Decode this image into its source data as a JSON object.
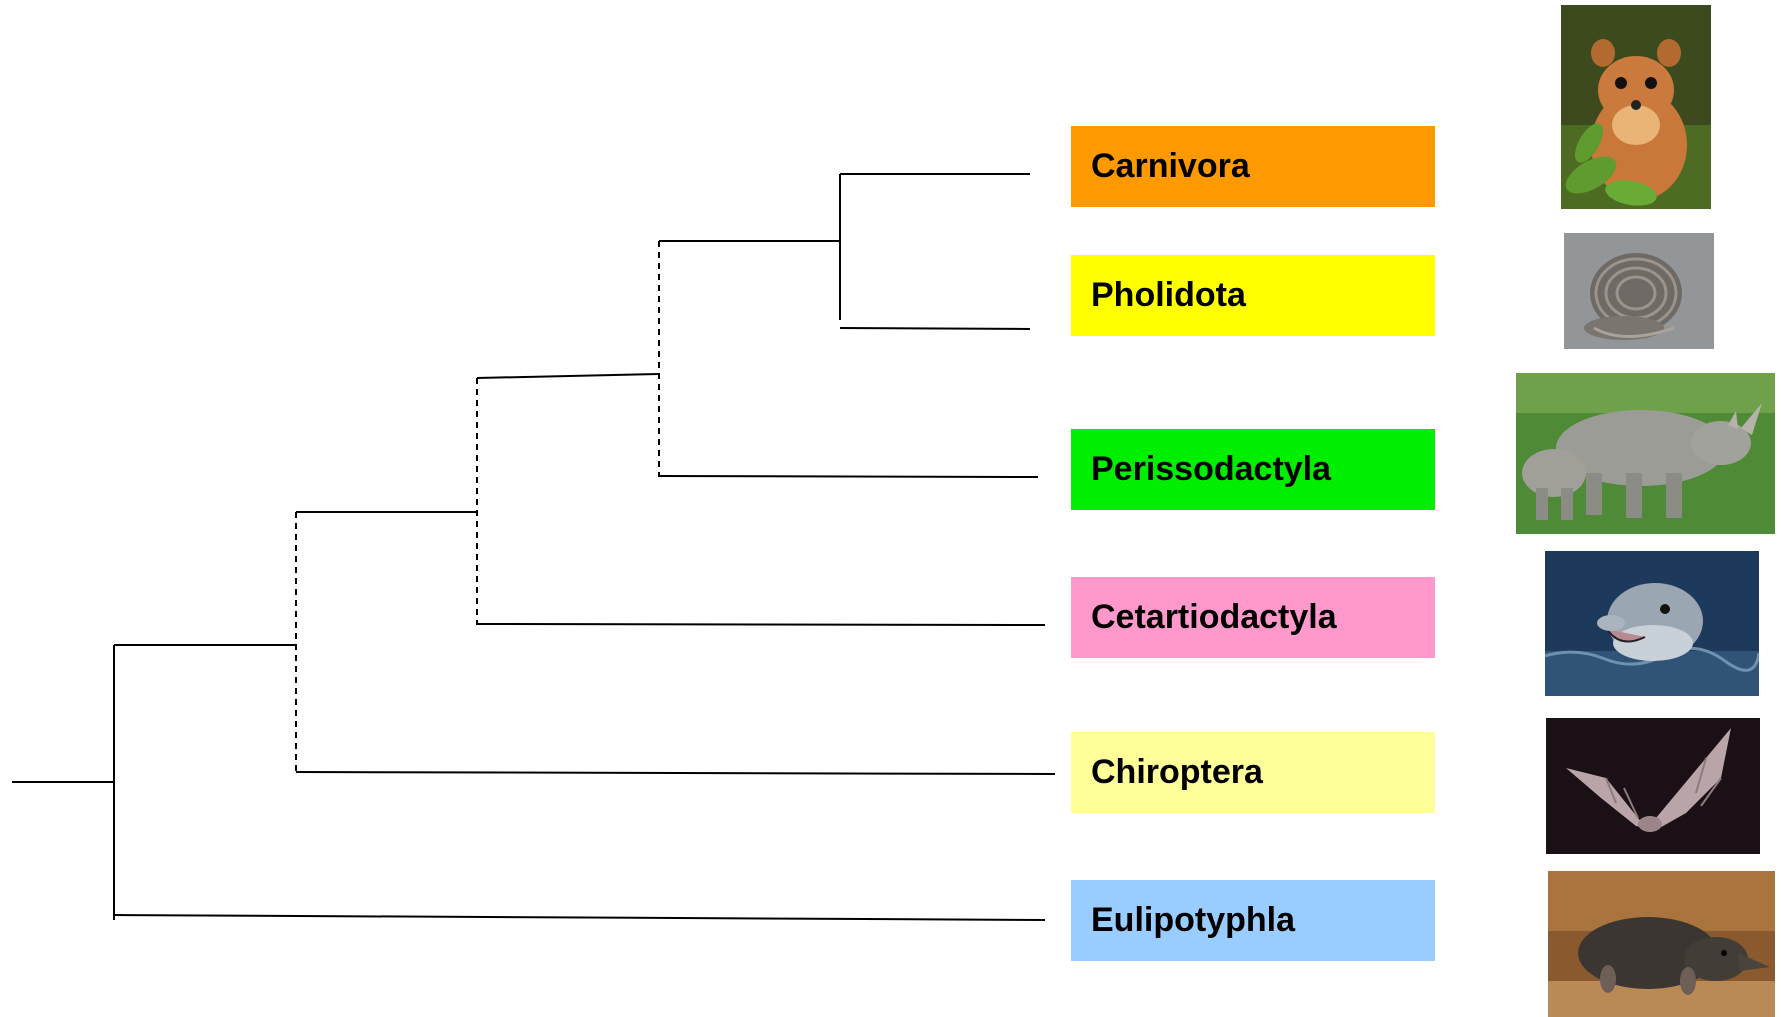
{
  "taxa": [
    {
      "name": "Carnivora",
      "color": "#FF9900",
      "photo": "pine-marten-photo",
      "icon": "pine-marten-icon"
    },
    {
      "name": "Pholidota",
      "color": "#FFFF00",
      "photo": "pangolin-photo",
      "icon": "pangolin-icon"
    },
    {
      "name": "Perissodactyla",
      "color": "#00EE00",
      "photo": "rhinoceros-photo",
      "icon": "rhinoceros-icon"
    },
    {
      "name": "Cetartiodactyla",
      "color": "#FF99CC",
      "photo": "dolphin-photo",
      "icon": "dolphin-icon"
    },
    {
      "name": "Chiroptera",
      "color": "#FFFF99",
      "photo": "bat-photo",
      "icon": "bat-icon"
    },
    {
      "name": "Eulipotyphla",
      "color": "#99CCFF",
      "photo": "shrew-photo",
      "icon": "shrew-icon"
    }
  ],
  "tree": {
    "line_color": "#000000",
    "dashed_vertical_branches": true
  }
}
